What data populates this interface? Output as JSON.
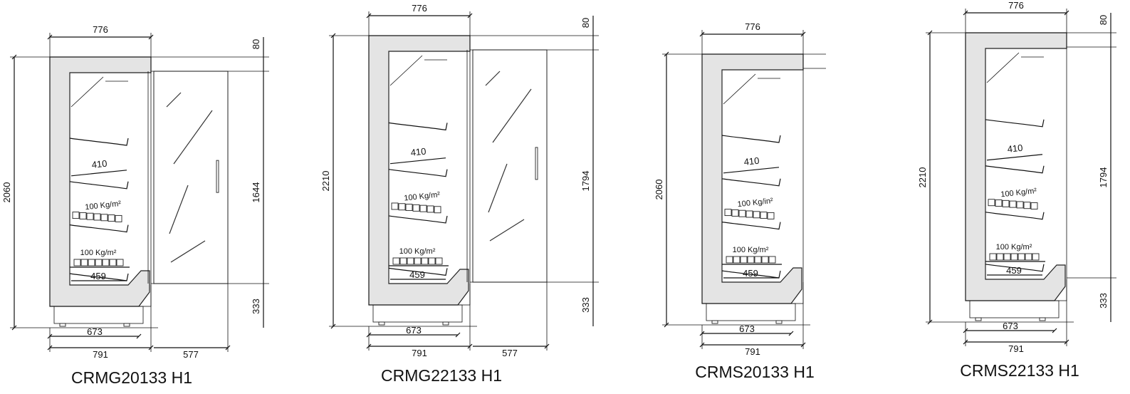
{
  "units": [
    {
      "model": "CRMG20133 H1",
      "has_door": true,
      "dims": {
        "top_width": "776",
        "top_gap": "80",
        "height": "2060",
        "door_height": "1644",
        "base_height": "333",
        "inner_depth": "673",
        "total_depth": "791",
        "door_depth": "577",
        "shelf_depth": "410",
        "bottom_shelf_depth": "459"
      },
      "loads": {
        "shelf_load": "100 Kg/m²",
        "base_load": "100 Kg/m²"
      }
    },
    {
      "model": "CRMG22133 H1",
      "has_door": true,
      "dims": {
        "top_width": "776",
        "top_gap": "80",
        "height": "2210",
        "door_height": "1794",
        "base_height": "333",
        "inner_depth": "673",
        "total_depth": "791",
        "door_depth": "577",
        "shelf_depth": "410",
        "bottom_shelf_depth": "459"
      },
      "loads": {
        "shelf_load": "100 Kg/m²",
        "base_load": "100 Kg/m²"
      }
    },
    {
      "model": "CRMS20133 H1",
      "has_door": false,
      "dims": {
        "top_width": "776",
        "top_gap": "",
        "height": "2060",
        "door_height": "",
        "base_height": "",
        "inner_depth": "673",
        "total_depth": "791",
        "door_depth": "",
        "shelf_depth": "410",
        "bottom_shelf_depth": "459"
      },
      "loads": {
        "shelf_load": "100 Kg/in²",
        "base_load": "100 Kg/m²"
      }
    },
    {
      "model": "CRMS22133 H1",
      "has_door": false,
      "dims": {
        "top_width": "776",
        "top_gap": "80",
        "height": "2210",
        "door_height": "1794",
        "base_height": "333",
        "inner_depth": "673",
        "total_depth": "791",
        "door_depth": "",
        "shelf_depth": "410",
        "bottom_shelf_depth": "459"
      },
      "loads": {
        "shelf_load": "100 Kg/m²",
        "base_load": "100 Kg/m²"
      }
    }
  ]
}
